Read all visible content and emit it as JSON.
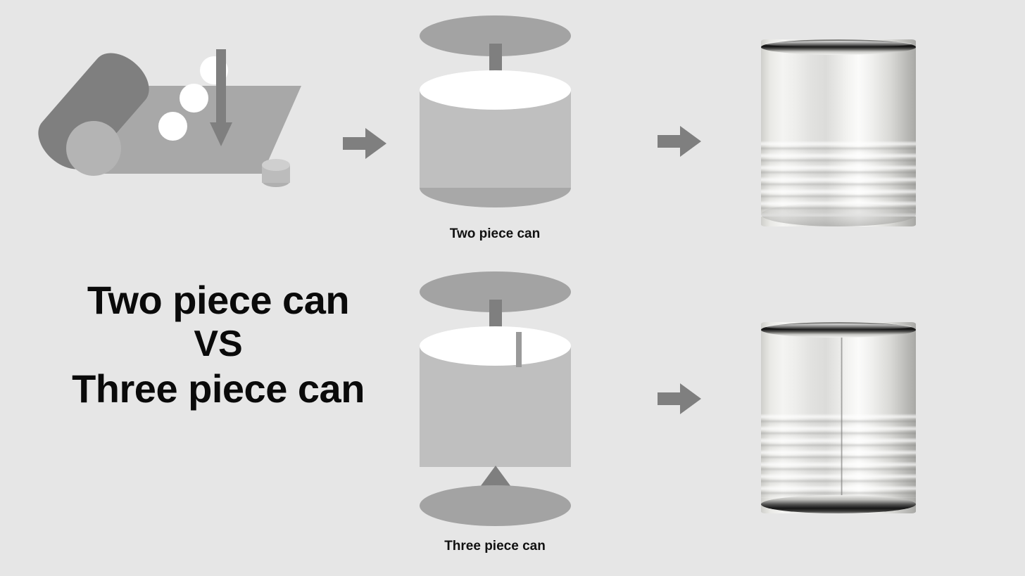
{
  "page": {
    "background_color": "#e6e6e6",
    "title": "Two piece can VS Three piece can"
  },
  "headline": {
    "line1": "Two piece can",
    "line2": "VS",
    "line3": "Three piece can",
    "color": "#0a0a0a"
  },
  "captions": {
    "two_piece": "Two piece can",
    "three_piece": "Three piece can"
  },
  "colors": {
    "background": "#e6e6e6",
    "arrow_gray": "#7f7f7f",
    "disc_gray": "#a3a3a3",
    "cylinder_gray": "#bfbfbf",
    "cylinder_top_white": "#ffffff",
    "cylinder_bottom_gray": "#a8a8a8",
    "sheet_gray": "#a8a8a8",
    "coil_dark_gray": "#7f7f7f",
    "coil_cap_gray": "#b4b4b4",
    "blank_white": "#ffffff",
    "can_rim_dark": "#121212",
    "can_highlight": "#fbfbfa"
  },
  "process_rows": [
    {
      "id": "two-piece",
      "label": "Two piece can",
      "steps": [
        {
          "name": "coil-and-blanking",
          "icon": "steel-coil-icon"
        },
        {
          "name": "exploded-can-diagram",
          "icon": "cylinder-with-lid-icon",
          "pieces": 2
        },
        {
          "name": "finished-can-photo",
          "icon": "tin-can-icon",
          "seam": false
        }
      ]
    },
    {
      "id": "three-piece",
      "label": "Three piece can",
      "steps": [
        {
          "name": "exploded-can-diagram",
          "icon": "cylinder-with-lid-and-base-icon",
          "pieces": 3
        },
        {
          "name": "finished-can-photo",
          "icon": "tin-can-seamed-icon",
          "seam": true
        }
      ]
    }
  ],
  "diagram_two_piece": {
    "lid_disc": "lid-disc",
    "arrow_down": "down-arrow",
    "body": "cylinder-body",
    "piece_count": 2
  },
  "diagram_three_piece": {
    "lid_disc": "lid-disc",
    "arrow_down": "down-arrow",
    "body": "cylinder-body-with-seam",
    "arrow_up": "up-arrow",
    "base_disc": "base-disc",
    "piece_count": 3
  },
  "coil_illustration": {
    "coil": "steel-coil",
    "sheet": "steel-sheet",
    "blanks": [
      "blank-disc-1",
      "blank-disc-2",
      "blank-disc-3"
    ],
    "press_arrow": "press-down-arrow",
    "drawn_cup": "drawn-cup"
  },
  "stage_arrows": [
    {
      "name": "stage-arrow-1",
      "direction": "right"
    },
    {
      "name": "stage-arrow-2",
      "direction": "right"
    },
    {
      "name": "stage-arrow-3",
      "direction": "right"
    }
  ]
}
